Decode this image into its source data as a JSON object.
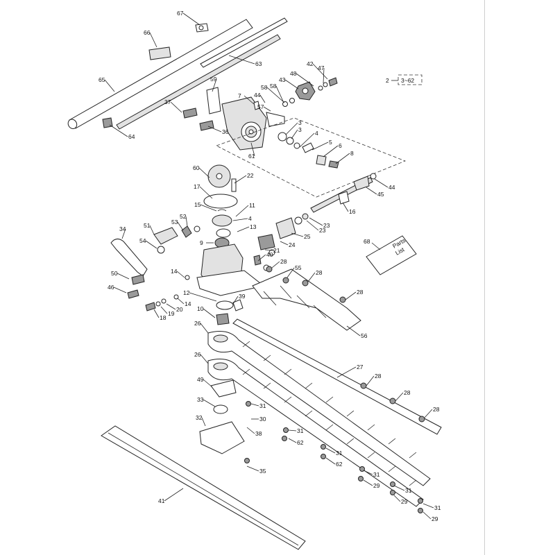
{
  "callouts": [
    "67",
    "66",
    "63",
    "65",
    "64",
    "59",
    "37",
    "36",
    "7",
    "44",
    "58",
    "57",
    "61",
    "42",
    "47",
    "48",
    "43",
    "58",
    "3",
    "3",
    "4",
    "5",
    "6",
    "8",
    "60",
    "22",
    "17",
    "15",
    "11",
    "4",
    "13",
    "9",
    "21",
    "24",
    "25",
    "23",
    "23",
    "16",
    "44",
    "45",
    "34",
    "51",
    "52",
    "53",
    "54",
    "14",
    "14",
    "40",
    "28",
    "55",
    "28",
    "28",
    "50",
    "46",
    "18",
    "19",
    "20",
    "12",
    "10",
    "39",
    "26",
    "56",
    "26",
    "27",
    "28",
    "28",
    "28",
    "49",
    "33",
    "32",
    "31",
    "30",
    "38",
    "31",
    "62",
    "31",
    "62",
    "31",
    "29",
    "31",
    "29",
    "31",
    "29",
    "35",
    "41"
  ],
  "reference": {
    "number": "2",
    "range": "3~62"
  },
  "parts_list": {
    "number": "68",
    "line1": "Parts",
    "line2": "List"
  }
}
